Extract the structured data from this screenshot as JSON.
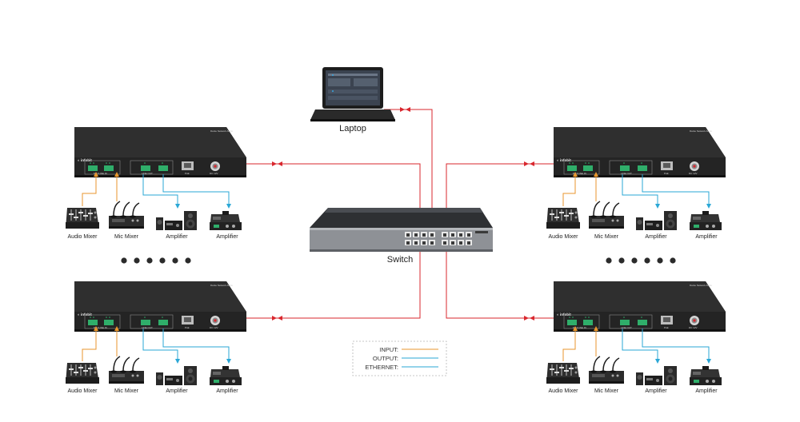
{
  "labels": {
    "laptop": "Laptop",
    "switch": "Switch",
    "audio_mixer": "Audio Mixer",
    "mic_mixer": "Mic Mixer",
    "amplifier": "Amplifier",
    "amplifier_2": "Amplifier"
  },
  "legend": {
    "input": "INPUT:",
    "output": "OUTPUT:",
    "ethernet": "ETHERNET:"
  },
  "device_text": {
    "brand": "infobit",
    "brand_right": "Dante",
    "mic_line_in": "MIC/LINE IN",
    "line_out": "LINE OUT",
    "poe": "PoE",
    "dc": "DC 12V"
  },
  "colors": {
    "input": "#e8962e",
    "output": "#2aa7d6",
    "ethernet": "#d9272e",
    "device_body": "#2b2b2b",
    "terminal_green": "#2fae6a"
  }
}
